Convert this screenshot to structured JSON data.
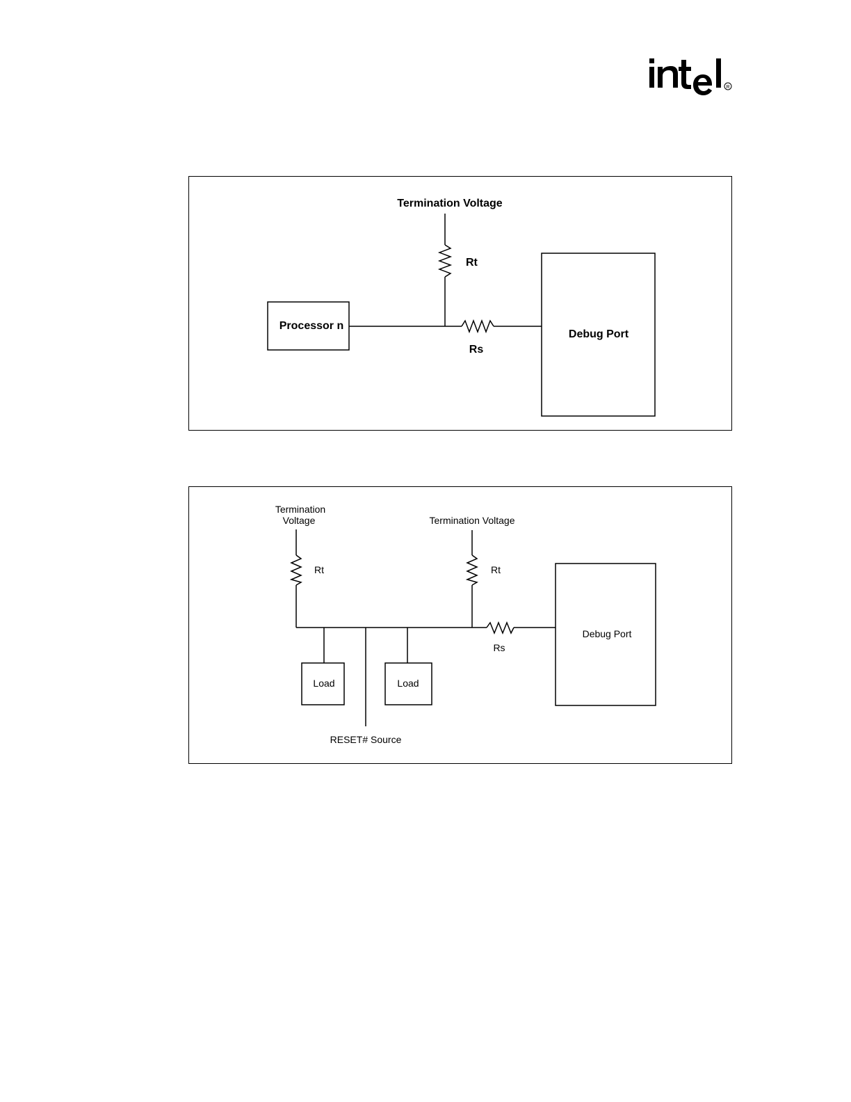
{
  "header": {
    "logo_text": "intel",
    "registered_mark": "®"
  },
  "figure1": {
    "termination_voltage": "Termination Voltage",
    "rt_label": "Rt",
    "rs_label": "Rs",
    "processor_label": "Processor n",
    "debug_port_label": "Debug Port"
  },
  "figure2": {
    "termination_voltage_left_line1": "Termination",
    "termination_voltage_left_line2": "Voltage",
    "termination_voltage_right": "Termination Voltage",
    "rt_left_label": "Rt",
    "rt_right_label": "Rt",
    "rs_label": "Rs",
    "load_left_label": "Load",
    "load_right_label": "Load",
    "reset_source_label": "RESET# Source",
    "debug_port_label": "Debug Port"
  }
}
